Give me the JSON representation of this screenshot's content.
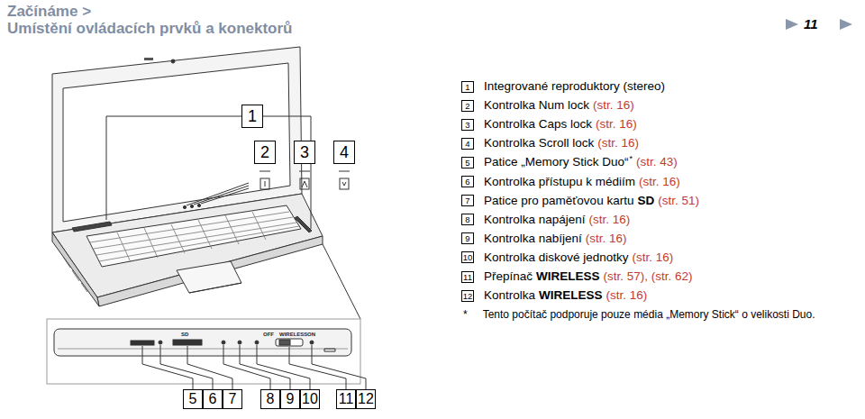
{
  "diagram": {
    "title": "Umístění ovládacích prvků a konektorů",
    "labels": [
      "11",
      "1",
      "2",
      "3",
      "4",
      "1",
      "Integrované reproduktory (stereo)",
      "2",
      "Kontrolka Num lock",
      "(str. 16)",
      "3",
      "Kontrolka Caps lock",
      "(str. 16)",
      "4",
      "Kontrolka Scroll lock",
      "(str. 16)",
      "5",
      "Patice „Memory Stick Duo“",
      "*",
      "(str. 43)",
      "6",
      "Kontrolka přístupu k médiím",
      "(str. 16)",
      "7",
      "Patice pro paměťovou kartu",
      "SD",
      "(str. 51)",
      "8",
      "Kontrolka napájení",
      "(str. 16)",
      "9",
      "Kontrolka nabíjení",
      "(str. 16)",
      "10",
      "Kontrolka diskové jednotky",
      "(str. 16)",
      "11",
      "Přepínač",
      "WIRELESS",
      "(str. 57), (str. 62)",
      "12",
      "Kontrolka",
      "WIRELESS",
      "(str. 16)",
      "*",
      "Tento počítač podporuje pouze média „Memory Stick“ o velikosti Duo.",
      "5",
      "6",
      "7",
      "8",
      "9",
      "10",
      "11",
      "12",
      "SD",
      "OFF",
      "WIRELESS",
      "ON",
      "Začínáme >"
    ]
  }
}
